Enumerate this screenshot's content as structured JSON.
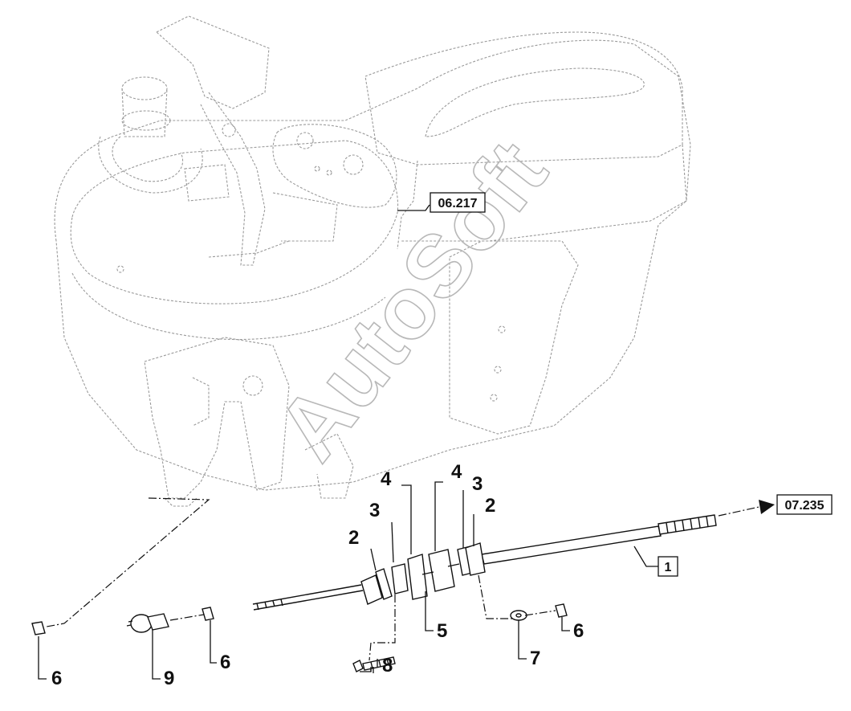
{
  "watermark": "AutoSoft",
  "references": {
    "ref_upper": "06.217",
    "ref_right": "07.235"
  },
  "callouts": {
    "c1": "1",
    "c2a": "2",
    "c2b": "2",
    "c3a": "3",
    "c3b": "3",
    "c4a": "4",
    "c4b": "4",
    "c5": "5",
    "c6a": "6",
    "c6b": "6",
    "c6c": "6",
    "c7": "7",
    "c8": "8",
    "c9": "9"
  }
}
